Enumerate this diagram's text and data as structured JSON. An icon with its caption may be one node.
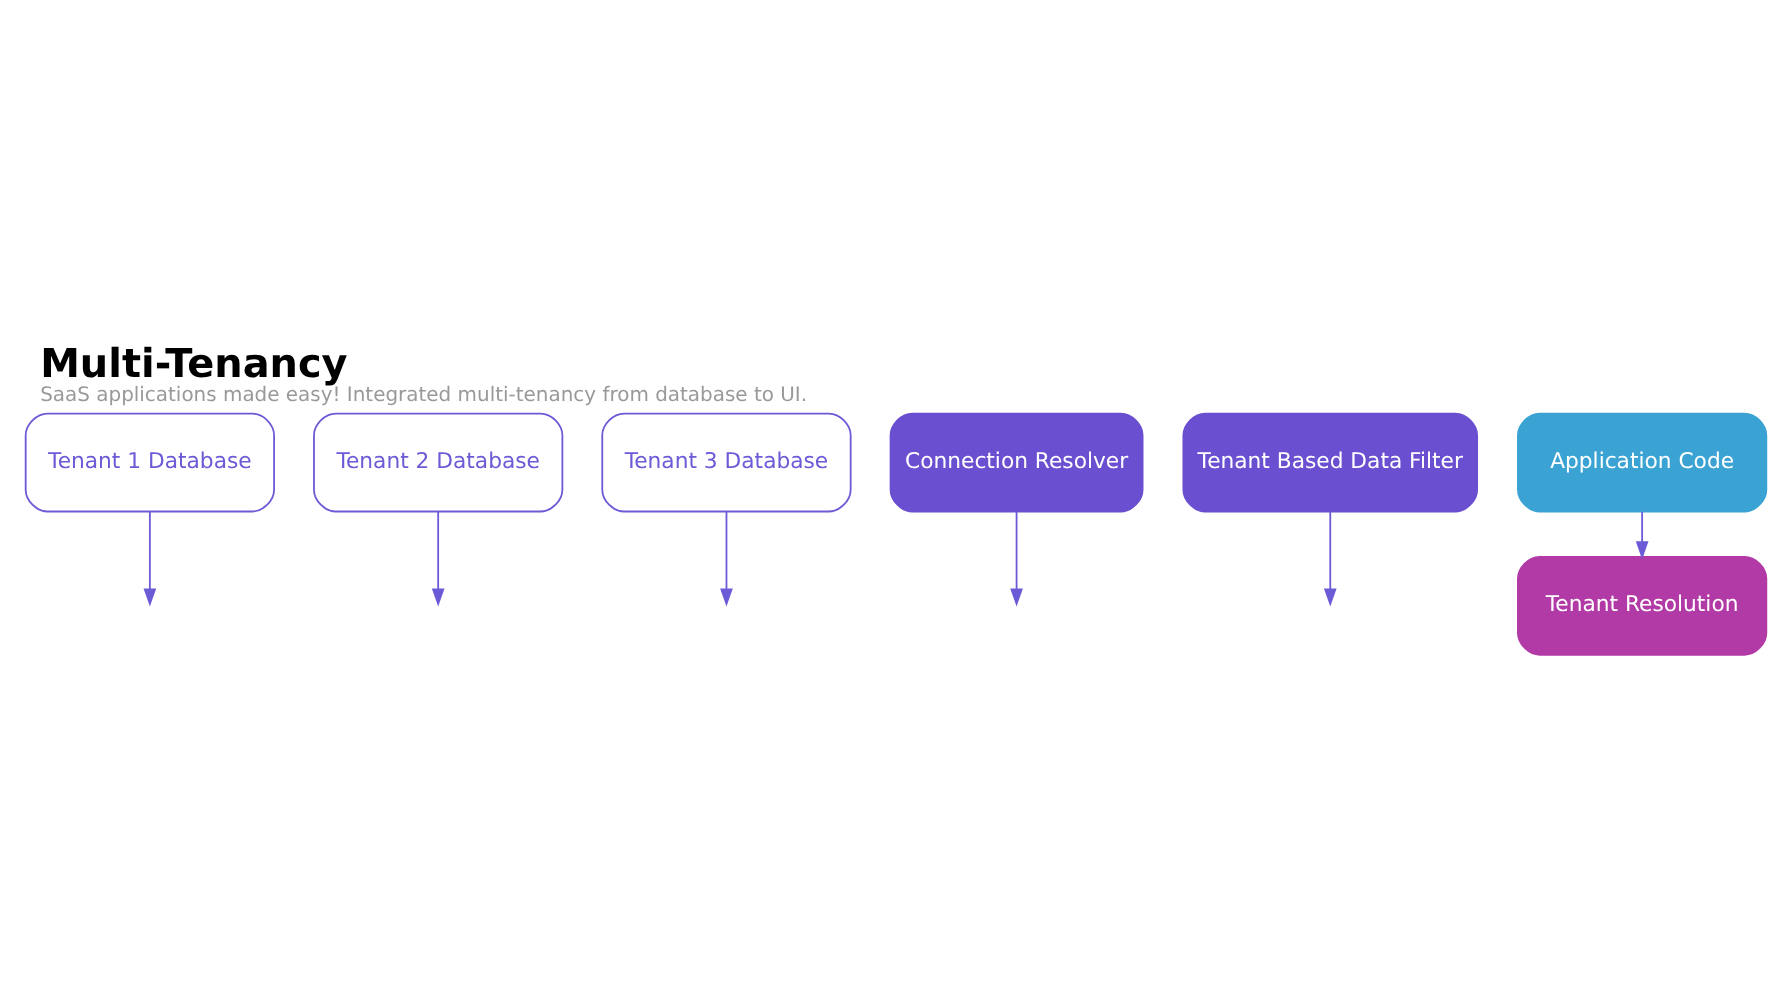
{
  "diagram": {
    "title": "Multi-Tenancy",
    "caption": "SaaS applications made easy! Integrated multi-tenancy from database to UI.",
    "nodes": [
      {
        "text": [
          "Tenant 1 Database"
        ]
      },
      {
        "text": [
          "Tenant 2 Database"
        ]
      },
      {
        "text": [
          "Tenant 3 Database"
        ]
      },
      {
        "text": [
          "Connection Resolver"
        ]
      },
      {
        "text": [
          "Tenant Based Data Filter"
        ]
      },
      {
        "text": [
          "Application Code"
        ]
      },
      {
        "text": [
          "Tenant Resolution"
        ]
      }
    ],
    "edges": [
      {
        "from": 0,
        "to": null,
        "arrow": "to"
      },
      {
        "from": 1,
        "to": null,
        "arrow": "to"
      },
      {
        "from": 2,
        "to": null,
        "arrow": "to"
      },
      {
        "from": 3,
        "to": null,
        "arrow": "to"
      },
      {
        "from": 4,
        "to": null,
        "arrow": "to"
      },
      {
        "from": 5,
        "to": 6,
        "arrow": "to"
      }
    ]
  }
}
